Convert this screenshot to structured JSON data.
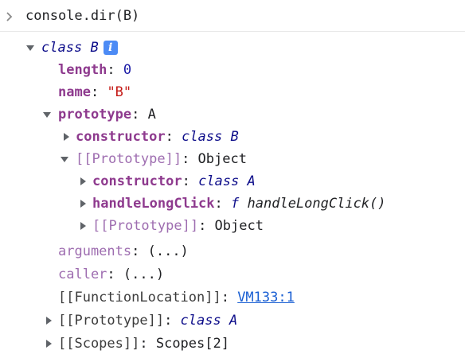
{
  "console": {
    "command": "console.dir(B)"
  },
  "tree": {
    "root": {
      "keyword": "class",
      "name": "B",
      "info_badge": "i"
    },
    "length": {
      "key": "length",
      "value": "0"
    },
    "name": {
      "key": "name",
      "value": "\"B\""
    },
    "prototype": {
      "key": "prototype",
      "value": "A"
    },
    "proto_constructor": {
      "key": "constructor",
      "keyword": "class",
      "name": "B"
    },
    "proto_proto": {
      "key": "[[Prototype]]",
      "value": "Object"
    },
    "a_constructor": {
      "key": "constructor",
      "keyword": "class",
      "name": "A"
    },
    "a_handle": {
      "key": "handleLongClick",
      "fn_keyword": "f",
      "fn_name": "handleLongClick()"
    },
    "a_proto": {
      "key": "[[Prototype]]",
      "value": "Object"
    },
    "arguments": {
      "key": "arguments",
      "value": "(...)"
    },
    "caller": {
      "key": "caller",
      "value": "(...)"
    },
    "function_location": {
      "key": "[[FunctionLocation]]",
      "value": "VM133:1"
    },
    "root_proto": {
      "key": "[[Prototype]]",
      "keyword": "class",
      "name": "A"
    },
    "scopes": {
      "key": "[[Scopes]]",
      "value": "Scopes[2]"
    }
  }
}
